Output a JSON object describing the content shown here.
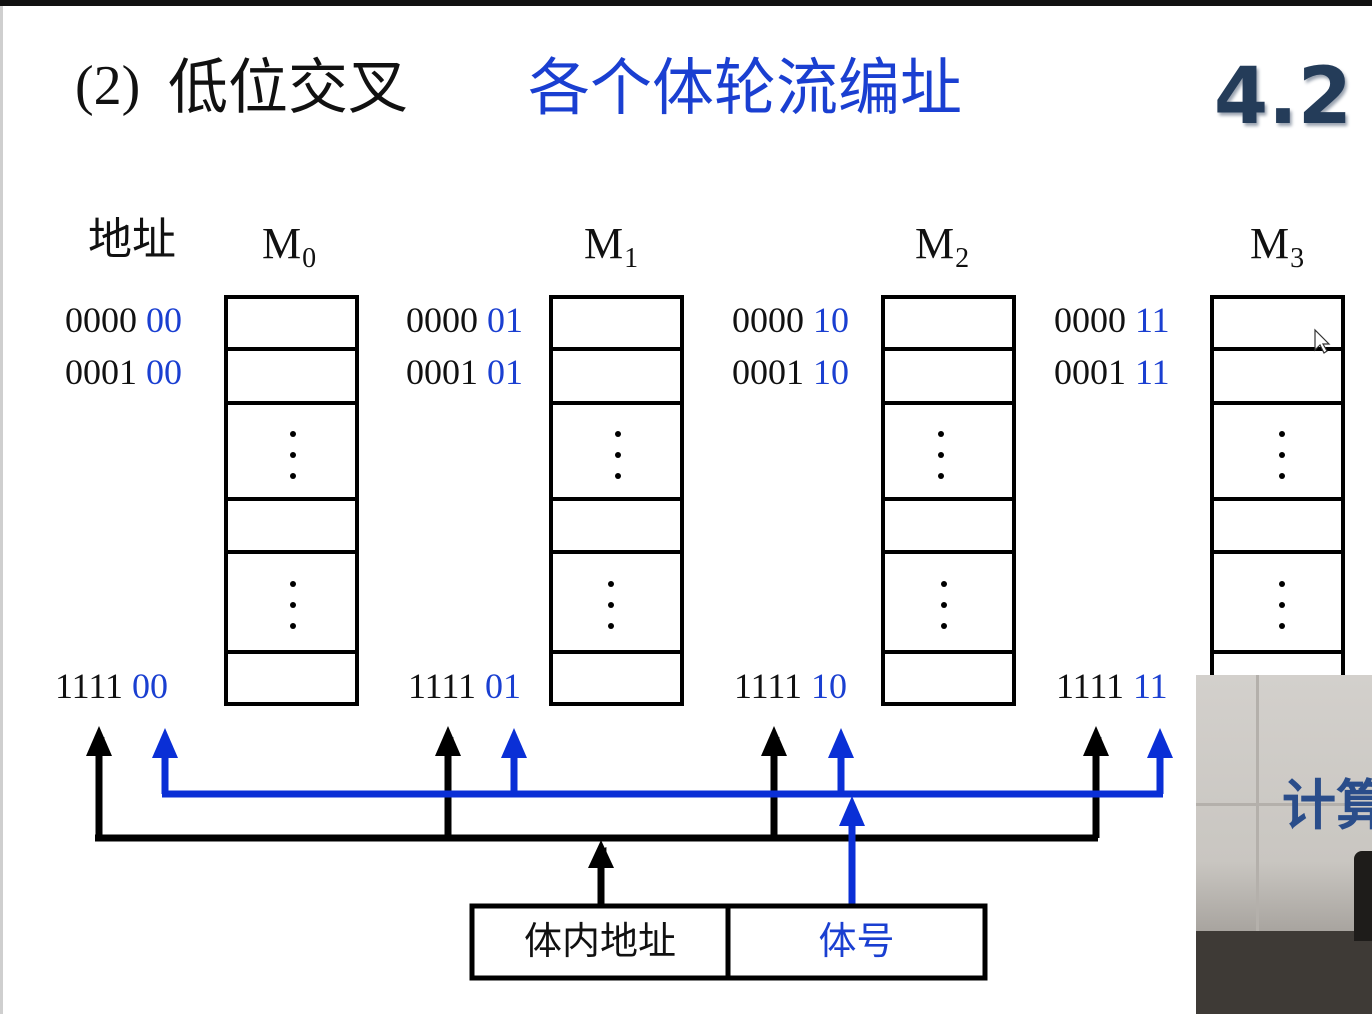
{
  "heading": {
    "number": "(2)",
    "mode": "低位交叉",
    "subtitle": "各个体轮流编址",
    "section": "4.2"
  },
  "address_header": "地址",
  "modules": [
    {
      "name": "M",
      "sub": "0",
      "addresses": [
        {
          "hi": "0000",
          "lo": "00"
        },
        {
          "hi": "0001",
          "lo": "00"
        },
        {
          "hi": "1111",
          "lo": "00"
        }
      ]
    },
    {
      "name": "M",
      "sub": "1",
      "addresses": [
        {
          "hi": "0000",
          "lo": "01"
        },
        {
          "hi": "0001",
          "lo": "01"
        },
        {
          "hi": "1111",
          "lo": "01"
        }
      ]
    },
    {
      "name": "M",
      "sub": "2",
      "addresses": [
        {
          "hi": "0000",
          "lo": "10"
        },
        {
          "hi": "0001",
          "lo": "10"
        },
        {
          "hi": "1111",
          "lo": "10"
        }
      ]
    },
    {
      "name": "M",
      "sub": "3",
      "addresses": [
        {
          "hi": "0000",
          "lo": "11"
        },
        {
          "hi": "0001",
          "lo": "11"
        },
        {
          "hi": "1111",
          "lo": "11"
        }
      ]
    }
  ],
  "address_register": {
    "in_module": "体内地址",
    "module_no": "体号"
  },
  "colors": {
    "text": "#111111",
    "accent_blue": "#1a3fd1",
    "line_black": "#000000",
    "line_blue": "#0a2fd6"
  },
  "icons": {
    "cursor": "mouse-pointer-icon",
    "overlay": "webcam-video-overlay"
  }
}
